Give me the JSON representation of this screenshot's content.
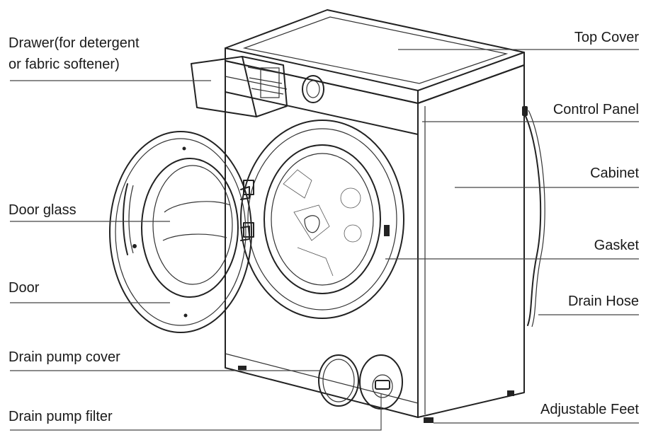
{
  "labels": {
    "drawer_line1": "Drawer(for detergent",
    "drawer_line2": "or fabric softener)",
    "door_glass": "Door glass",
    "door": "Door",
    "drain_pump_cover": "Drain pump cover",
    "drain_pump_filter": "Drain pump filter",
    "top_cover": "Top Cover",
    "control_panel": "Control Panel",
    "cabinet": "Cabinet",
    "gasket": "Gasket",
    "drain_hose": "Drain Hose",
    "adjustable_feet": "Adjustable Feet"
  },
  "colors": {
    "line": "#222222",
    "text": "#1a1a1a",
    "background": "#ffffff"
  }
}
